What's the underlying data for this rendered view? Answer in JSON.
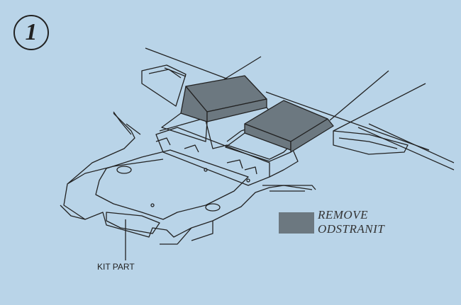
{
  "step_number": "1",
  "legend": {
    "swatch_color": "#6c7880",
    "line1": "REMOVE",
    "line2": "ODSTRANIT"
  },
  "callout": {
    "label": "KIT PART"
  },
  "colors": {
    "background": "#b9d4e8",
    "line": "#222222",
    "remove_fill": "#6c7880"
  }
}
